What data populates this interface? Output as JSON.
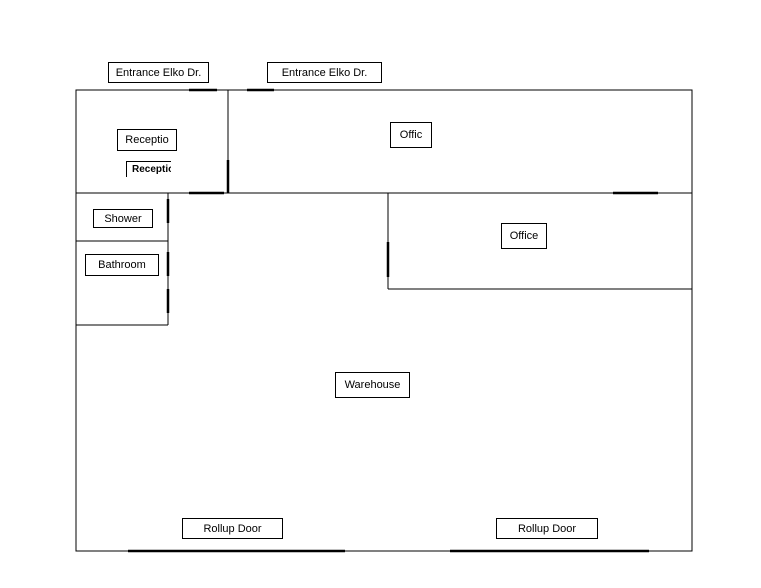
{
  "labels": {
    "entrance_1": "Entrance Elko Dr.",
    "entrance_2": "Entrance Elko Dr.",
    "reception": "Receptio",
    "reception_sign": "Reception",
    "office_top": "Offic",
    "office_right": "Office",
    "shower": "Shower",
    "bathroom": "Bathroom",
    "warehouse": "Warehouse",
    "rollup_door_left": "Rollup Door",
    "rollup_door_right": "Rollup Door"
  },
  "colors": {
    "wall": "#000000",
    "background": "#ffffff"
  }
}
